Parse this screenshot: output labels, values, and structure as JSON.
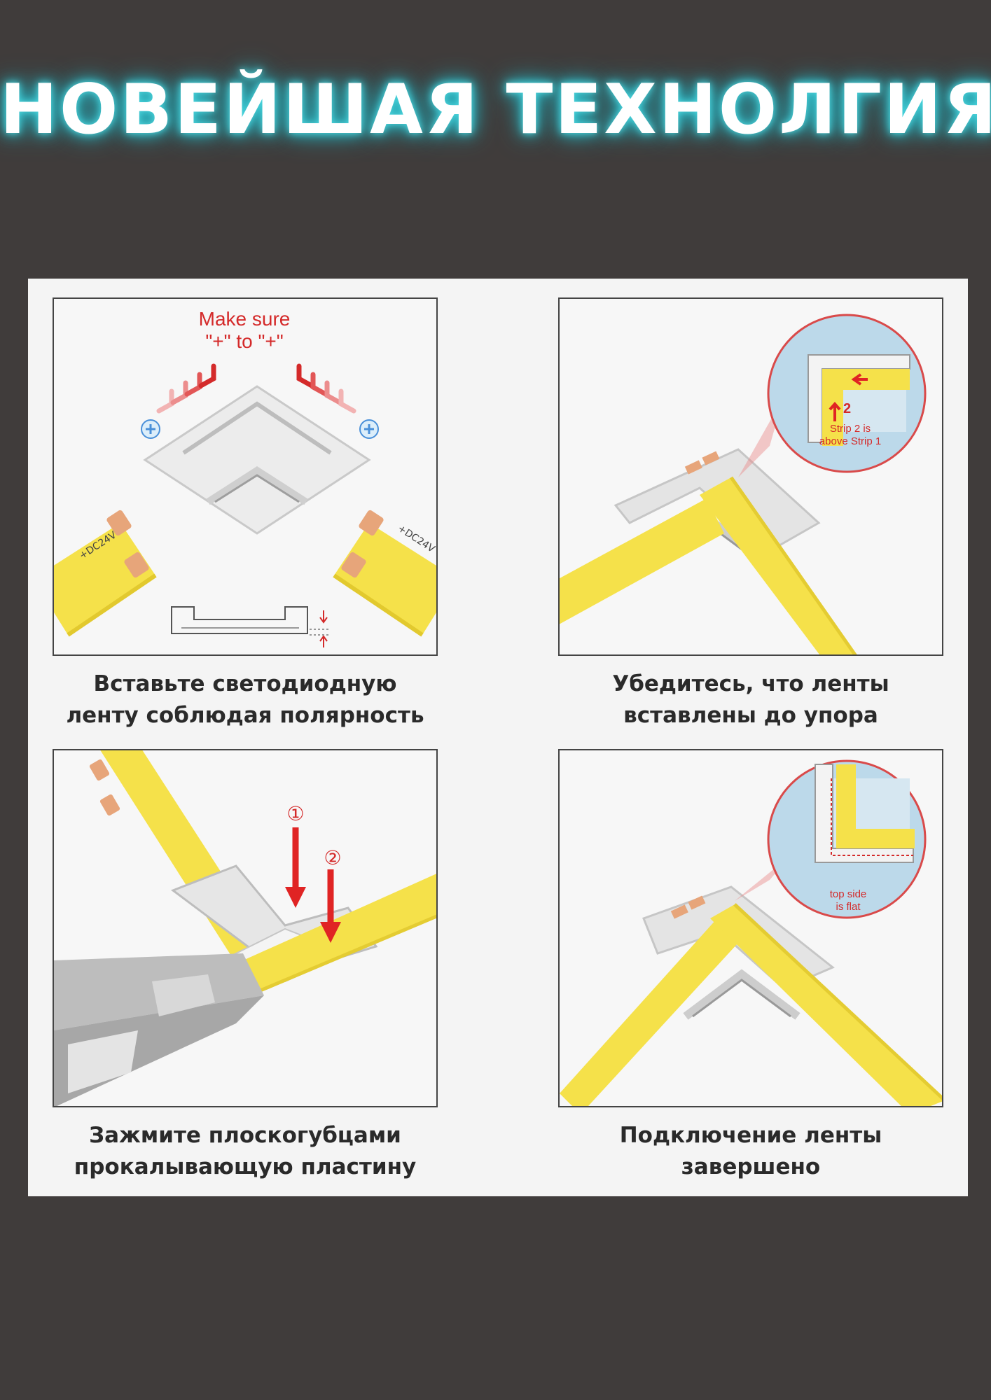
{
  "headline": "НОВЕЙШАЯ ТЕХНОЛГИЯ",
  "colors": {
    "background": "#403c3b",
    "glow": "#2fc6d3",
    "strip": "#f5e14a",
    "arrow": "#e02424"
  },
  "steps": [
    {
      "annotation_line1": "Make sure",
      "annotation_line2": "\"+\" to \"+\"",
      "strip_label_left": "+DC24V",
      "strip_label_right": "+DC24V",
      "caption_line1": "Вставьте светодиодную",
      "caption_line2": "ленту соблюдая полярность"
    },
    {
      "zoom_note_number": "2",
      "zoom_note_line1": "Strip 2 is",
      "zoom_note_line2": "above Strip 1",
      "caption_line1": "Убедитесь, что ленты",
      "caption_line2": "вставлены до упора"
    },
    {
      "marker1": "①",
      "marker2": "②",
      "caption_line1": "Зажмите плоскогубцами",
      "caption_line2": "прокалывающую пластину"
    },
    {
      "zoom_note_line1": "top side",
      "zoom_note_line2": "is flat",
      "caption_line1": "Подключение ленты",
      "caption_line2": "завершено"
    }
  ]
}
